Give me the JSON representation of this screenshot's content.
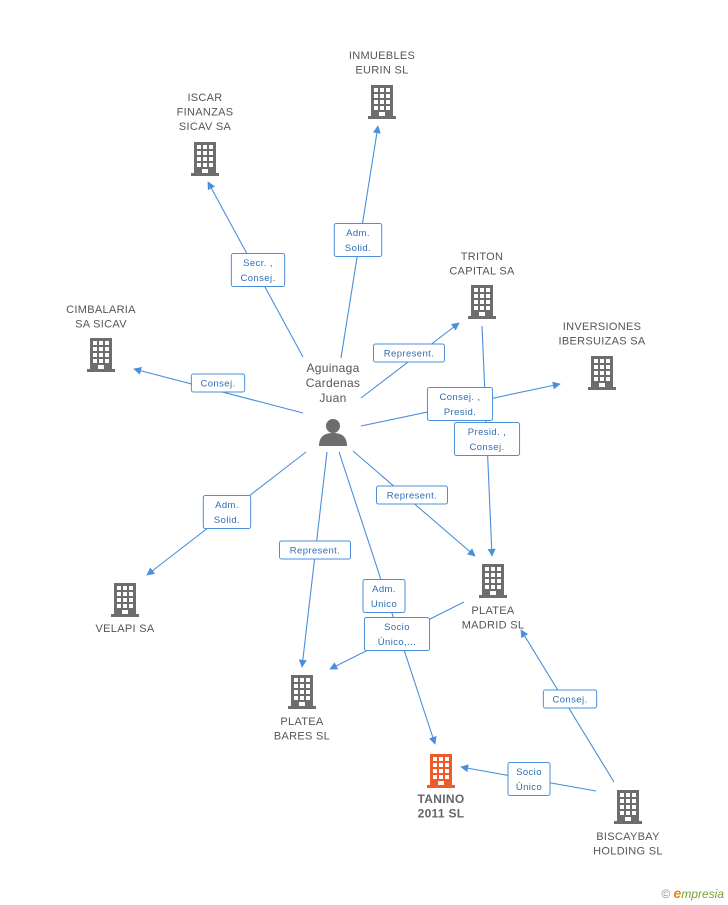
{
  "colors": {
    "edge": "#4a8fdb",
    "edge_text": "#2e6db4",
    "building": "#6d6d6d",
    "building_focus": "#ee5a2a",
    "label": "#555555"
  },
  "person": {
    "id": "aguinaga",
    "lines": [
      "Aguinaga",
      "Cardenas",
      "Juan"
    ],
    "icon": "person-icon"
  },
  "companies": [
    {
      "id": "inmuebles",
      "lines": [
        "INMUEBLES",
        "EURIN SL"
      ],
      "icon": "building-icon",
      "focus": false
    },
    {
      "id": "iscar",
      "lines": [
        "ISCAR",
        "FINANZAS",
        "SICAV SA"
      ],
      "icon": "building-icon",
      "focus": false
    },
    {
      "id": "triton",
      "lines": [
        "TRITON",
        "CAPITAL SA"
      ],
      "icon": "building-icon",
      "focus": false
    },
    {
      "id": "cimbalaria",
      "lines": [
        "CIMBALARIA",
        "SA SICAV"
      ],
      "icon": "building-icon",
      "focus": false
    },
    {
      "id": "inversiones",
      "lines": [
        "INVERSIONES",
        "IBERSUIZAS SA"
      ],
      "icon": "building-icon",
      "focus": false
    },
    {
      "id": "velapi",
      "lines": [
        "VELAPI SA"
      ],
      "icon": "building-icon",
      "focus": false
    },
    {
      "id": "platea_madrid",
      "lines": [
        "PLATEA",
        "MADRID SL"
      ],
      "icon": "building-icon",
      "focus": false
    },
    {
      "id": "platea_bares",
      "lines": [
        "PLATEA",
        "BARES  SL"
      ],
      "icon": "building-icon",
      "focus": false
    },
    {
      "id": "tanino",
      "lines": [
        "TANINO",
        "2011 SL"
      ],
      "icon": "building-icon",
      "focus": true
    },
    {
      "id": "biscaybay",
      "lines": [
        "BISCAYBAY",
        "HOLDING SL"
      ],
      "icon": "building-icon",
      "focus": false
    }
  ],
  "relations": [
    {
      "from": "aguinaga",
      "to": "inmuebles",
      "label": [
        "Adm.",
        "Solid."
      ]
    },
    {
      "from": "aguinaga",
      "to": "iscar",
      "label": [
        "Secr. ,",
        "Consej."
      ]
    },
    {
      "from": "aguinaga",
      "to": "triton",
      "label": [
        "Represent."
      ]
    },
    {
      "from": "aguinaga",
      "to": "cimbalaria",
      "label": [
        "Consej."
      ]
    },
    {
      "from": "aguinaga",
      "to": "inversiones",
      "label": [
        "Consej. ,",
        "Presid."
      ]
    },
    {
      "from": "triton",
      "to": "platea_madrid",
      "label": [
        "Presid. ,",
        "Consej."
      ]
    },
    {
      "from": "aguinaga",
      "to": "platea_madrid",
      "label": [
        "Represent."
      ]
    },
    {
      "from": "aguinaga",
      "to": "velapi",
      "label": [
        "Adm.",
        "Solid."
      ]
    },
    {
      "from": "aguinaga",
      "to": "platea_bares",
      "label": [
        "Represent."
      ]
    },
    {
      "from": "aguinaga",
      "to": "tanino",
      "label": [
        "Adm.",
        "Unico"
      ]
    },
    {
      "from": "platea_madrid",
      "to": "platea_bares",
      "label": [
        "Socio",
        "Único,..."
      ]
    },
    {
      "from": "biscaybay",
      "to": "platea_madrid",
      "label": [
        "Consej."
      ]
    },
    {
      "from": "biscaybay",
      "to": "tanino",
      "label": [
        "Socio",
        "Único"
      ]
    }
  ],
  "footer": {
    "copyright": "©",
    "brand_initial": "e",
    "brand_rest": "mpresia"
  }
}
